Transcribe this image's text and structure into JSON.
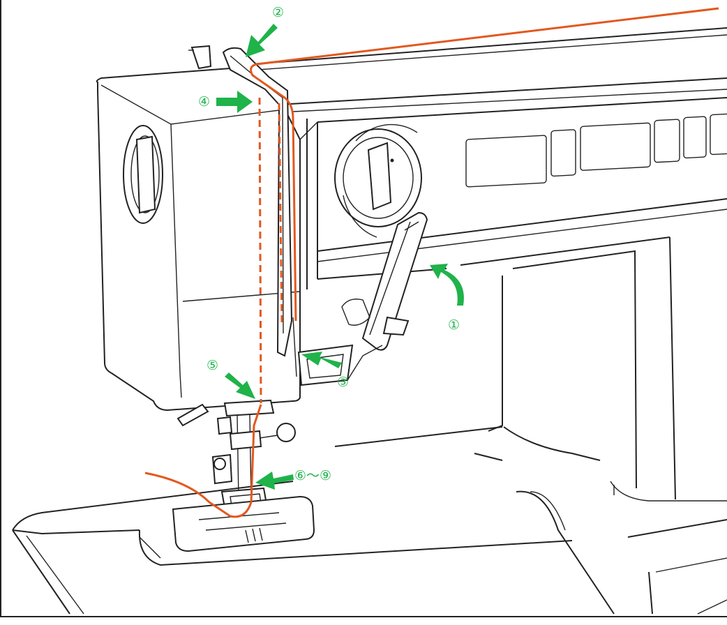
{
  "colors": {
    "thread": "#e2581e",
    "arrow": "#1fb34a",
    "outline": "#222222",
    "background": "#ffffff"
  },
  "labels": {
    "step1": "①",
    "step2": "②",
    "step3": "③",
    "step4": "④",
    "step5": "⑤",
    "step6_9": "⑥～⑨"
  },
  "icons": {
    "arrow": "arrow-icon",
    "curved_arrow": "curved-arrow-icon"
  }
}
